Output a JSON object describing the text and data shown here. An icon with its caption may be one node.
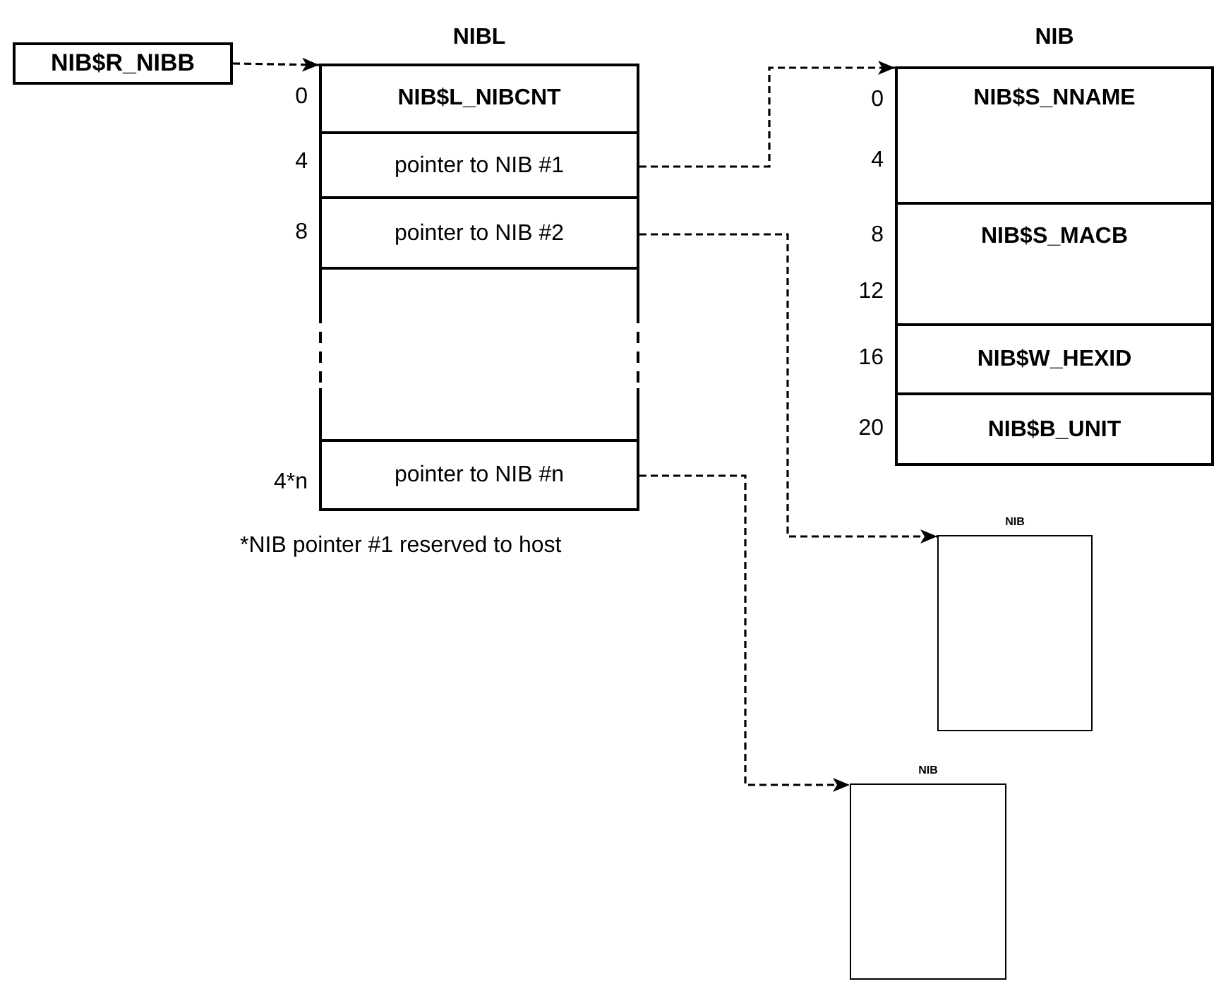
{
  "diagram": {
    "nodes": [
      {
        "text": [
          "NIB$R_NIBB"
        ]
      },
      {
        "text": [
          "NIBL"
        ]
      },
      {
        "text": [
          "NIB$L_NIBCNT"
        ],
        "in": 1,
        "beside": [
          "0"
        ]
      },
      {
        "text": [
          "pointer to NIB #1"
        ],
        "in": 1,
        "beside": [
          "4"
        ]
      },
      {
        "text": [
          "pointer to NIB #2"
        ],
        "in": 1,
        "beside": [
          "8"
        ]
      },
      {
        "text": [
          "pointer to NIB #n"
        ],
        "in": 1,
        "beside": [
          "4*n"
        ]
      },
      {
        "text": [
          "NIB"
        ]
      },
      {
        "text": [
          "NIB$S_NNAME"
        ],
        "in": 6,
        "beside": [
          "0",
          "4"
        ]
      },
      {
        "text": [
          "NIB$S_MACB"
        ],
        "in": 6,
        "beside": [
          "8",
          "12"
        ]
      },
      {
        "text": [
          "NIB$W_HEXID"
        ],
        "in": 6,
        "beside": [
          "16"
        ]
      },
      {
        "text": [
          "NIB$B_UNIT"
        ],
        "in": 6,
        "beside": [
          "20"
        ]
      },
      {
        "text": [
          "NIB"
        ]
      },
      {
        "text": [
          "NIB"
        ]
      }
    ],
    "edges": [
      {
        "from": 0,
        "to": 1,
        "arrow": "to",
        "style": "dashed"
      },
      {
        "from": 3,
        "to": 6,
        "arrow": "to",
        "style": "dashed"
      },
      {
        "from": 4,
        "to": 11,
        "arrow": "to",
        "style": "dashed"
      },
      {
        "from": 5,
        "to": 12,
        "arrow": "to",
        "style": "dashed"
      }
    ],
    "labels": [
      "*NIB pointer #1 reserved to host"
    ]
  }
}
